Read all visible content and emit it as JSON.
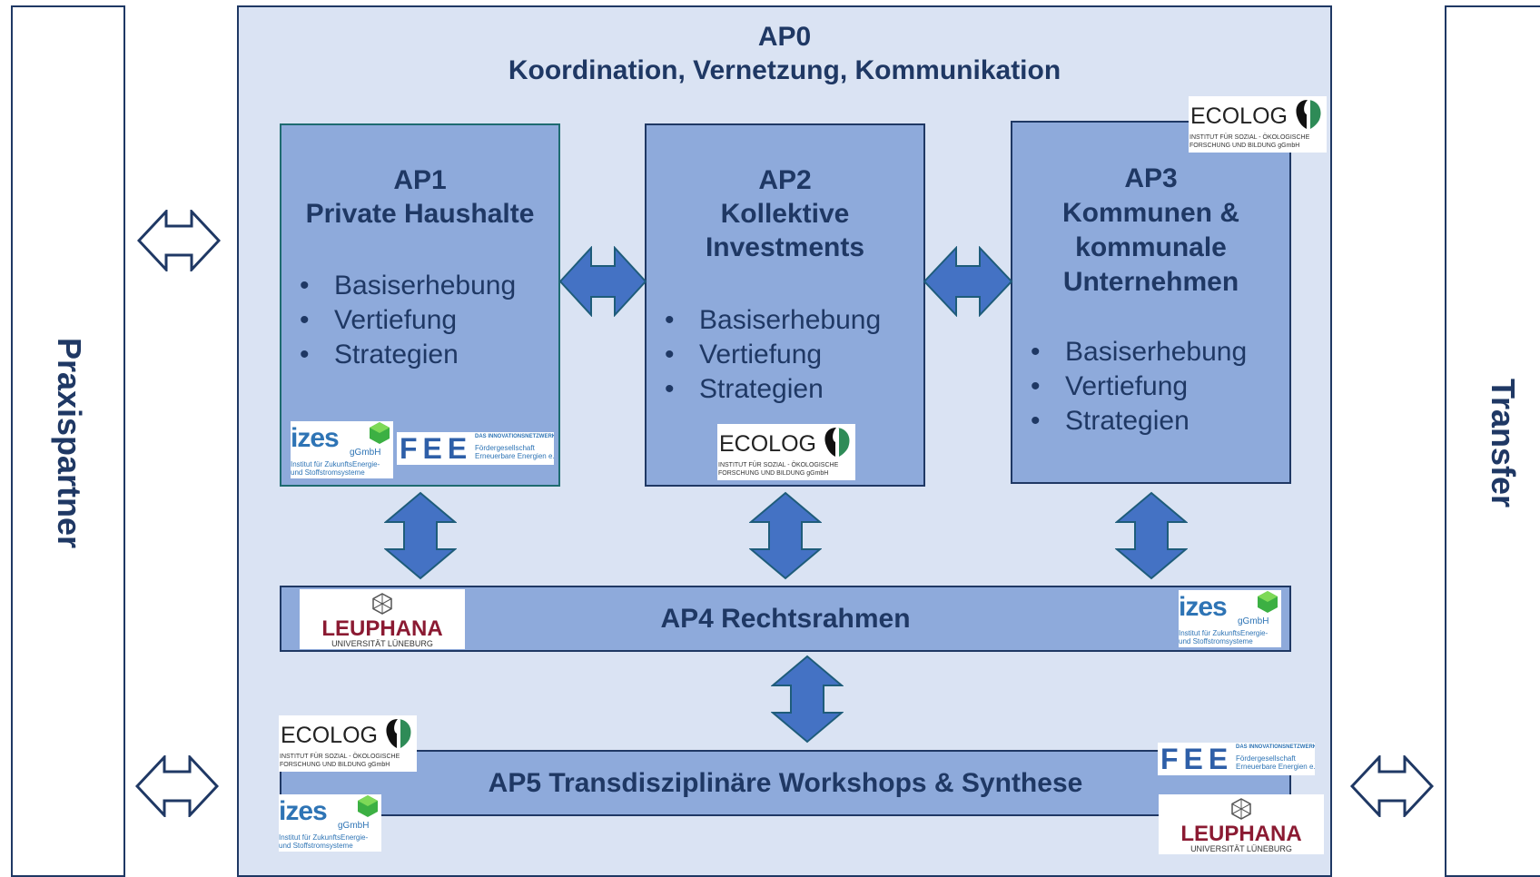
{
  "side": {
    "left": "Praxispartner",
    "right": "Transfer"
  },
  "ap0": {
    "line1": "AP0",
    "line2": "Koordination, Vernetzung, Kommunikation"
  },
  "ap1": {
    "line1": "AP1",
    "line2": "Private Haushalte",
    "items": [
      "Basiserhebung",
      "Vertiefung",
      "Strategien"
    ]
  },
  "ap2": {
    "line1": "AP2",
    "line2": "Kollektive",
    "line3": "Investments",
    "items": [
      "Basiserhebung",
      "Vertiefung",
      "Strategien"
    ]
  },
  "ap3": {
    "line1": "AP3",
    "line2": "Kommunen &",
    "line3": "kommunale",
    "line4": "Unternehmen",
    "items": [
      "Basiserhebung",
      "Vertiefung",
      "Strategien"
    ]
  },
  "ap4": {
    "label": "AP4 Rechtsrahmen"
  },
  "ap5": {
    "label": "AP5 Transdisziplinäre Workshops & Synthese"
  },
  "logos": {
    "ecolog": {
      "name": "ECOLOG",
      "sub1": "INSTITUT FÜR SOZIAL - ÖKOLOGISCHE",
      "sub2": "FORSCHUNG UND BILDUNG gGmbH"
    },
    "izes": {
      "name": "izes",
      "suffix": "gGmbH",
      "sub1": "Institut für ZukunftsEnergie-",
      "sub2": "und Stoffstromsysteme"
    },
    "fee": {
      "name": "FEE",
      "top": "DAS INNOVATIONSNETZWERK",
      "sub1": "Fördergesellschaft",
      "sub2": "Erneuerbare Energien e.V."
    },
    "leuphana": {
      "name": "LEUPHANA",
      "sub": "UNIVERSITÄT LÜNEBURG"
    }
  },
  "colors": {
    "dark": "#1f3864",
    "box": "#8eaadb",
    "background": "#dae3f3",
    "arrow": "#4472c4",
    "leuphana": "#8b1a32",
    "ecolog_green": "#2e8b57"
  }
}
